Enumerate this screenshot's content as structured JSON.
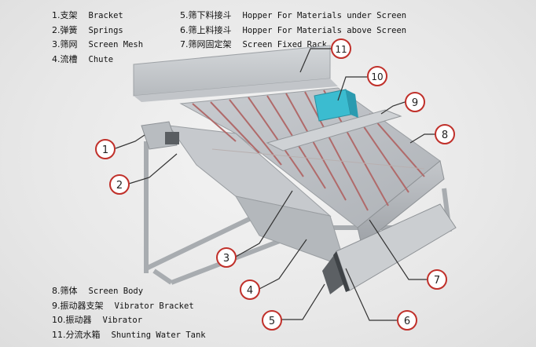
{
  "legend_top_left": [
    {
      "num": "1.",
      "cn": "支架",
      "en": "Bracket"
    },
    {
      "num": "2.",
      "cn": "弹簧",
      "en": "Springs"
    },
    {
      "num": "3.",
      "cn": "筛网",
      "en": "Screen Mesh"
    },
    {
      "num": "4.",
      "cn": "流槽",
      "en": "Chute"
    }
  ],
  "legend_top_right": [
    {
      "num": "5.",
      "cn": "筛下料接斗",
      "en": "Hopper For Materials under Screen"
    },
    {
      "num": "6.",
      "cn": "筛上料接斗",
      "en": "Hopper For Materials above Screen"
    },
    {
      "num": "7.",
      "cn": "筛网固定架",
      "en": "Screen Fixed Rack"
    }
  ],
  "legend_bottom_left": [
    {
      "num": "8.",
      "cn": "筛体",
      "en": "Screen Body"
    },
    {
      "num": "9.",
      "cn": "振动器支架",
      "en": "Vibrator Bracket"
    },
    {
      "num": "10.",
      "cn": "振动器",
      "en": "Vibrator"
    },
    {
      "num": "11.",
      "cn": "分流水箱",
      "en": "Shunting Water Tank"
    }
  ],
  "callouts": [
    "1",
    "2",
    "3",
    "4",
    "5",
    "6",
    "7",
    "8",
    "9",
    "10",
    "11"
  ],
  "colors": {
    "callout_ring": "#c0302a",
    "steel": "#b8bcc0",
    "rib": "#b06a6a",
    "vibrator": "#3bbcd0"
  }
}
